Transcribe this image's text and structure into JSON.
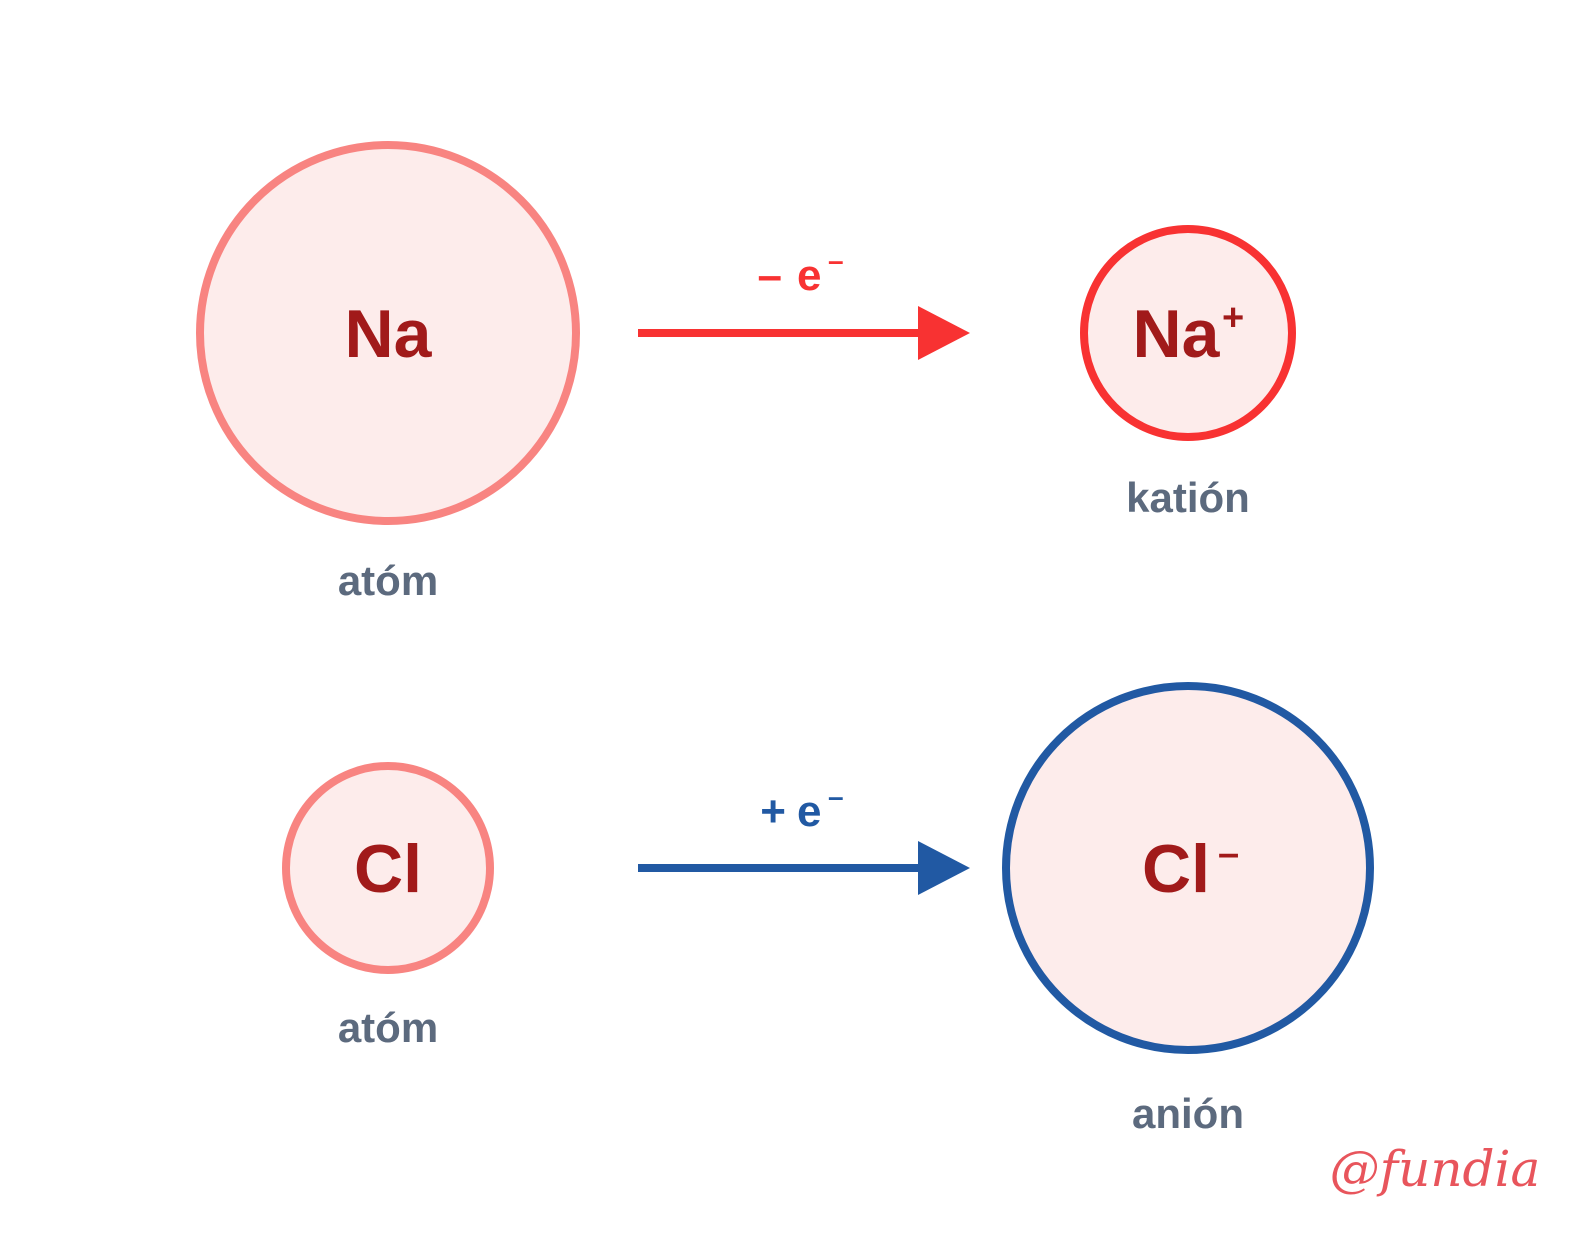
{
  "colors": {
    "atom_fill": "#fdeceb",
    "atom_border": "#f88481",
    "cation_border": "#f83232",
    "anion_border": "#2159a3",
    "symbol_text": "#a11a1a",
    "label_text": "#5c6a7e",
    "loss_arrow": "#f83232",
    "gain_arrow": "#2159a3",
    "watermark": "#e8555c"
  },
  "rows": [
    {
      "atom": {
        "symbol": "Na",
        "charge": "",
        "label": "atóm"
      },
      "operation": {
        "sign": "–",
        "particle": "e",
        "particle_charge": "–"
      },
      "ion": {
        "symbol": "Na",
        "charge": "+",
        "label": "katión"
      }
    },
    {
      "atom": {
        "symbol": "Cl",
        "charge": "",
        "label": "atóm"
      },
      "operation": {
        "sign": "+",
        "particle": "e",
        "particle_charge": "–"
      },
      "ion": {
        "symbol": "Cl",
        "charge": "–",
        "label": "anión"
      }
    }
  ],
  "watermark": "@fundia"
}
